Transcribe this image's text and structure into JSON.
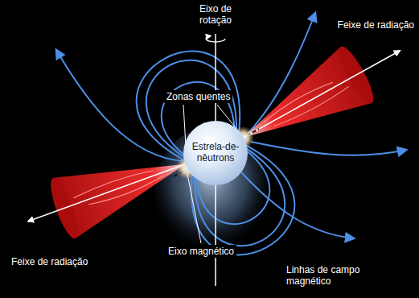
{
  "diagram": {
    "nodes": [
      {
        "text": [
          "Estrela-de-nêutrons"
        ]
      }
    ],
    "labels": [
      "Eixo de rotação",
      "Feixe de radiação",
      "Zonas quentes",
      "Feixe de radiação",
      "Eixo magnético",
      "Linhas de campo magnético"
    ]
  }
}
